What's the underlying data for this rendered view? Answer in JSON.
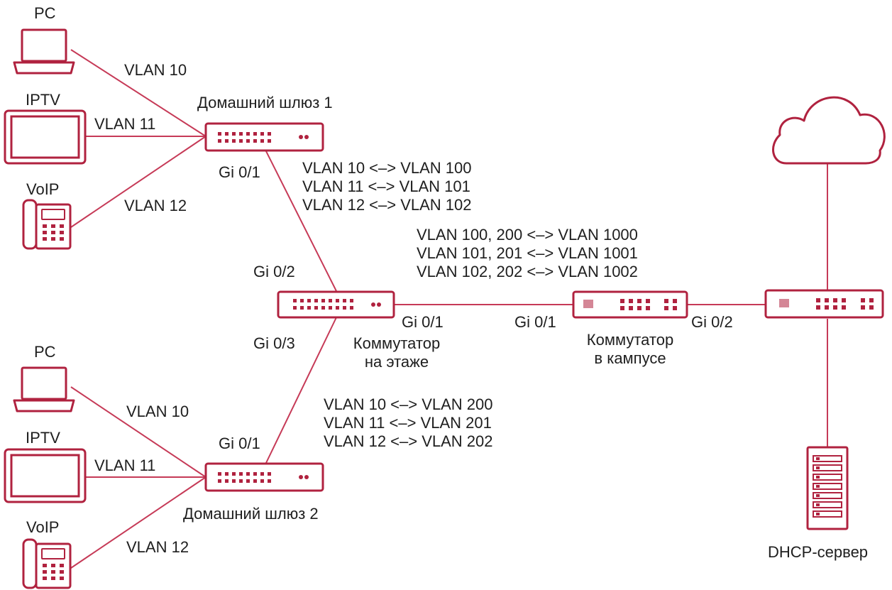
{
  "colors": {
    "accent": "#b0223f",
    "line": "#c63a57",
    "text": "#1e1e1e"
  },
  "home_gateway_1": {
    "title": "Домашний шлюз 1",
    "uplink_port": "Gi 0/1",
    "mappings": [
      "VLAN 10 <–> VLAN 100",
      "VLAN 11 <–> VLAN 101",
      "VLAN 12 <–> VLAN 102"
    ],
    "devices": [
      {
        "label": "PC",
        "vlan": "VLAN 10",
        "icon": "laptop-icon"
      },
      {
        "label": "IPTV",
        "vlan": "VLAN 11",
        "icon": "tv-icon"
      },
      {
        "label": "VoIP",
        "vlan": "VLAN 12",
        "icon": "phone-icon"
      }
    ]
  },
  "home_gateway_2": {
    "title": "Домашний шлюз 2",
    "uplink_port": "Gi 0/1",
    "mappings": [
      "VLAN 10 <–> VLAN 200",
      "VLAN 11 <–> VLAN 201",
      "VLAN 12 <–> VLAN 202"
    ],
    "devices": [
      {
        "label": "PC",
        "vlan": "VLAN 10",
        "icon": "laptop-icon"
      },
      {
        "label": "IPTV",
        "vlan": "VLAN 11",
        "icon": "tv-icon"
      },
      {
        "label": "VoIP",
        "vlan": "VLAN 12",
        "icon": "phone-icon"
      }
    ]
  },
  "floor_switch": {
    "name_line1": "Коммутатор",
    "name_line2": "на этаже",
    "port_up": "Gi 0/2",
    "port_down": "Gi 0/3",
    "port_out": "Gi 0/1"
  },
  "campus_switch": {
    "name_line1": "Коммутатор",
    "name_line2": "в кампусе",
    "port_in": "Gi 0/1",
    "port_out": "Gi 0/2",
    "mappings": [
      "VLAN 100, 200 <–> VLAN 1000",
      "VLAN 101, 201 <–> VLAN 1001",
      "VLAN 102, 202 <–> VLAN 1002"
    ]
  },
  "dhcp_server": {
    "label": "DHCP-сервер"
  }
}
